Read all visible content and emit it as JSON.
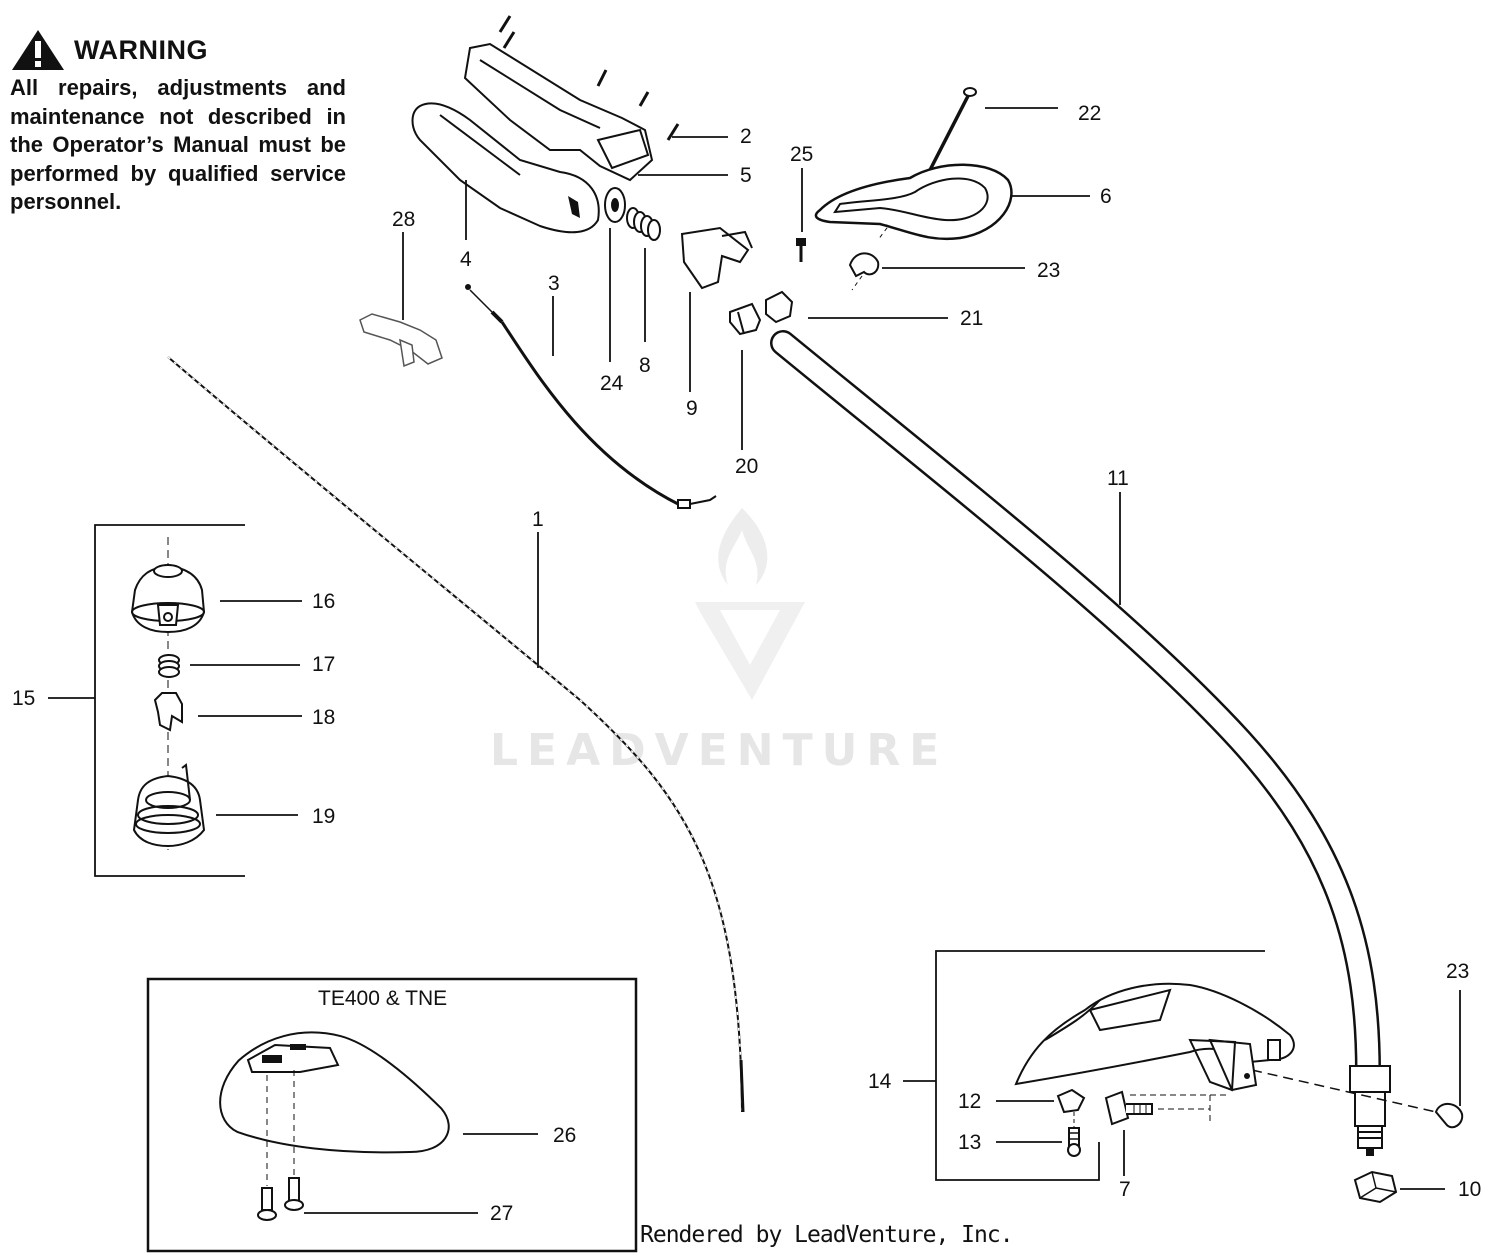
{
  "warning": {
    "title": "WARNING",
    "text": "All repairs, adjustments and maintenance not described in the Operator’s Manual must be performed by qualified service personnel."
  },
  "callouts": {
    "c1": "1",
    "c2": "2",
    "c3": "3",
    "c4": "4",
    "c5": "5",
    "c6": "6",
    "c7": "7",
    "c8": "8",
    "c9": "9",
    "c10": "10",
    "c11": "11",
    "c12": "12",
    "c13": "13",
    "c14": "14",
    "c15": "15",
    "c16": "16",
    "c17": "17",
    "c18": "18",
    "c19": "19",
    "c20": "20",
    "c21": "21",
    "c22": "22",
    "c23a": "23",
    "c23b": "23",
    "c24": "24",
    "c25": "25",
    "c26": "26",
    "c27": "27",
    "c28": "28"
  },
  "inset": {
    "title": "TE400 & TNE"
  },
  "watermark": {
    "brand": "LEADVENTURE"
  },
  "footer": {
    "credit": "Rendered by LeadVenture, Inc."
  },
  "colors": {
    "ink": "#111111",
    "watermark": "#e6e6e6",
    "background": "#ffffff"
  }
}
